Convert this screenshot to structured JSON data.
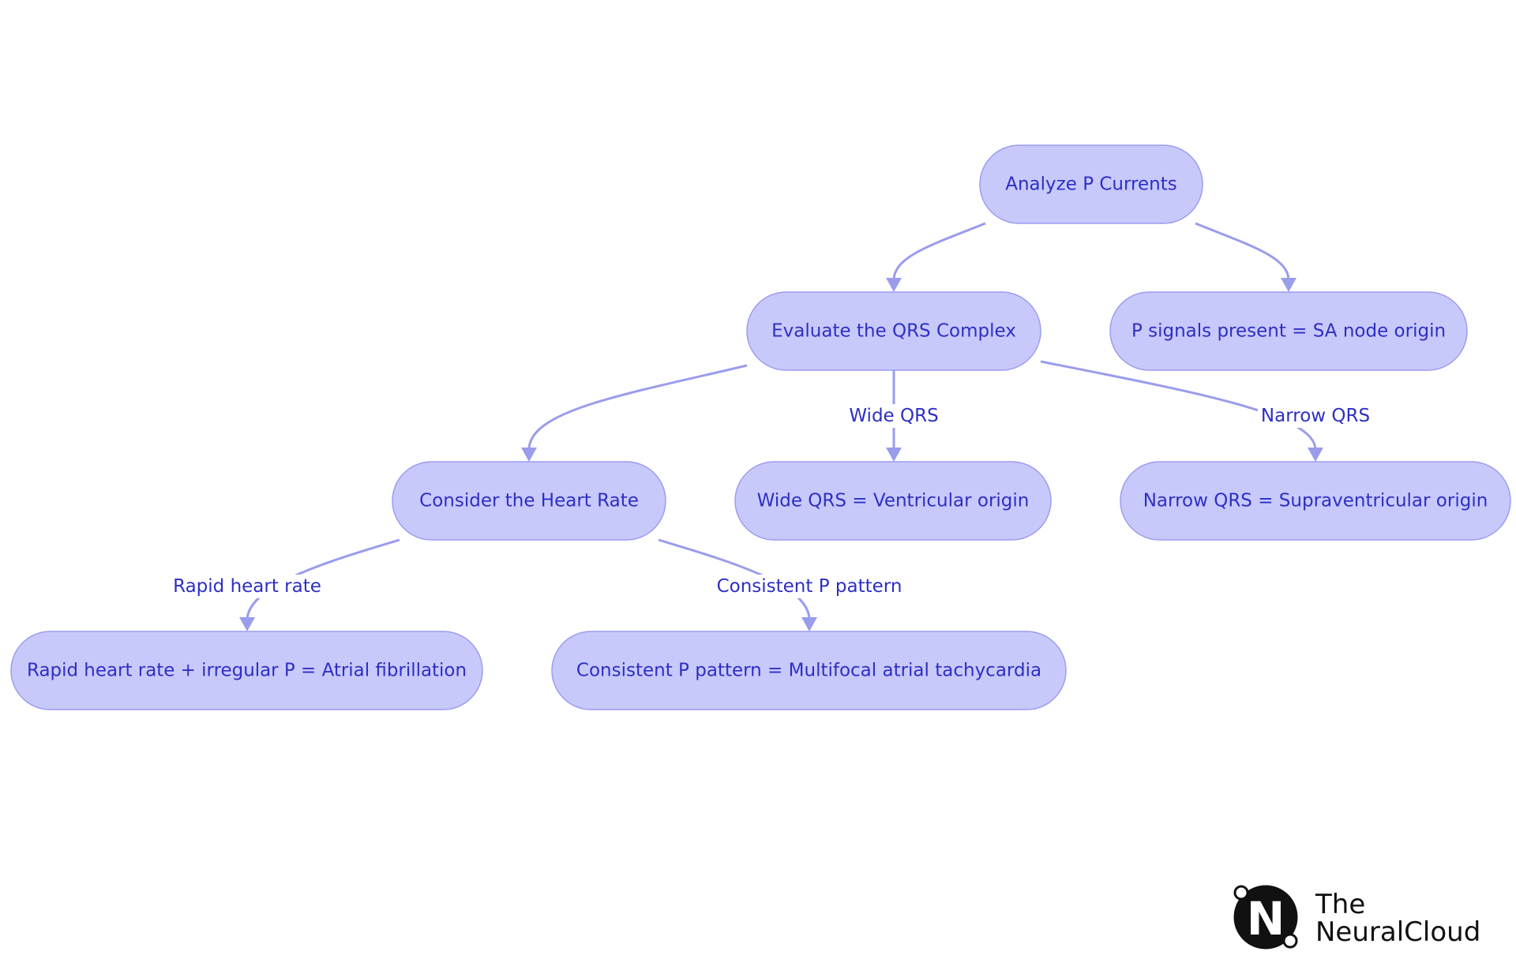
{
  "diagram": {
    "nodes": [
      {
        "id": "analyze",
        "label": "Analyze P Currents"
      },
      {
        "id": "qrs",
        "label": "Evaluate the QRS Complex"
      },
      {
        "id": "sa",
        "label": "P signals present = SA node origin"
      },
      {
        "id": "heart_rate",
        "label": "Consider the Heart Rate"
      },
      {
        "id": "ventricular",
        "label": "Wide QRS = Ventricular origin"
      },
      {
        "id": "supraventricular",
        "label": "Narrow QRS = Supraventricular origin"
      },
      {
        "id": "afib",
        "label": "Rapid heart rate + irregular P = Atrial fibrillation"
      },
      {
        "id": "mat",
        "label": "Consistent P pattern = Multifocal atrial tachycardia"
      }
    ],
    "edges": [
      {
        "from": "analyze",
        "to": "qrs",
        "label": ""
      },
      {
        "from": "analyze",
        "to": "sa",
        "label": ""
      },
      {
        "from": "qrs",
        "to": "heart_rate",
        "label": ""
      },
      {
        "from": "qrs",
        "to": "ventricular",
        "label": "Wide QRS"
      },
      {
        "from": "qrs",
        "to": "supraventricular",
        "label": "Narrow QRS"
      },
      {
        "from": "heart_rate",
        "to": "afib",
        "label": "Rapid heart rate"
      },
      {
        "from": "heart_rate",
        "to": "mat",
        "label": "Consistent P pattern"
      }
    ],
    "colors": {
      "node_fill": "#c8c9fb",
      "node_stroke": "#9b9cf0",
      "text": "#2d2fc4",
      "edge": "#9a9cec"
    }
  },
  "brand": {
    "logo_letter": "N",
    "line1": "The",
    "line2": "NeuralCloud"
  }
}
